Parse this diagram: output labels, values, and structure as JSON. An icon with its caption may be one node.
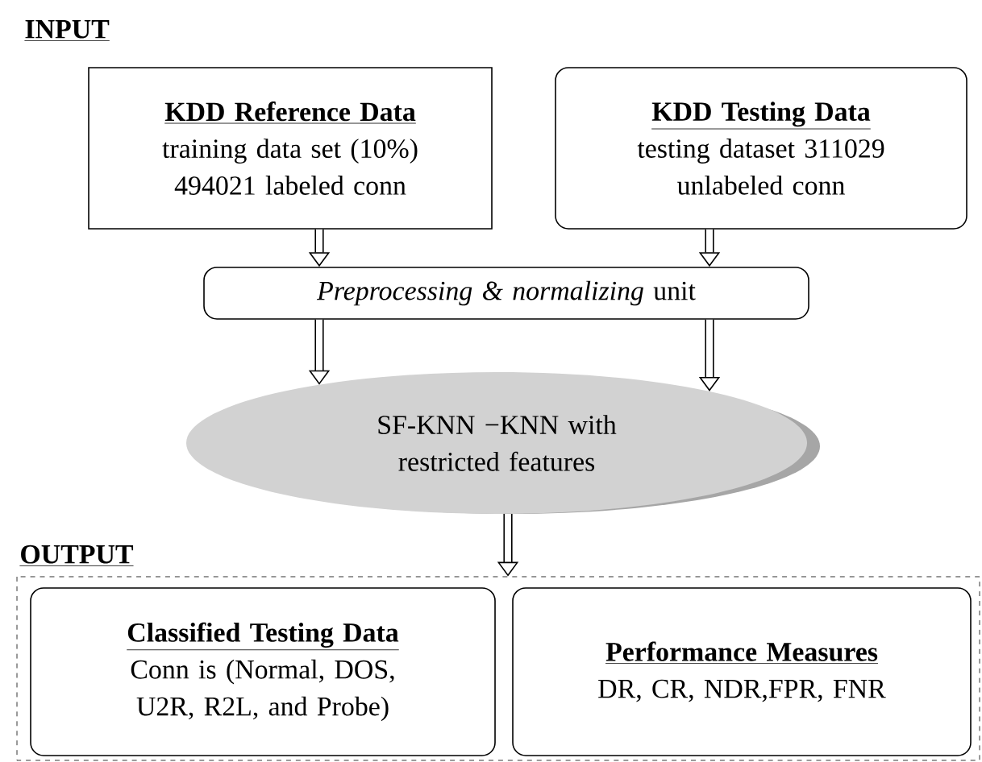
{
  "diagram": {
    "nodes": [
      {
        "text": [
          "KDD Reference Data",
          "training data set (10%) 494021 labeled conn"
        ]
      },
      {
        "text": [
          "KDD Testing Data",
          "testing dataset 311029 unlabeled conn"
        ]
      },
      {
        "text": [
          "*Preprocessing & normalizing* unit"
        ]
      },
      {
        "text": [
          "SF-KNN −KNN with restricted features"
        ]
      },
      {
        "text": [
          "OUTPUT"
        ]
      },
      {
        "text": [
          "Classified Testing Data",
          "Conn is (Normal, DOS, U2R, R2L, and Probe)"
        ],
        "in": 4
      },
      {
        "text": [
          "Performance Measures",
          "DR, CR, NDR,FPR, FNR"
        ],
        "in": 4
      }
    ],
    "edges": [
      {
        "from": 0,
        "to": 2,
        "arrow": "to"
      },
      {
        "from": 1,
        "to": 2,
        "arrow": "to"
      },
      {
        "from": 2,
        "to": 3,
        "arrow": "to"
      },
      {
        "from": 2,
        "to": 3,
        "arrow": "to"
      },
      {
        "from": 3,
        "to": 4,
        "arrow": "to"
      }
    ],
    "labels": [
      "INPUT"
    ]
  }
}
